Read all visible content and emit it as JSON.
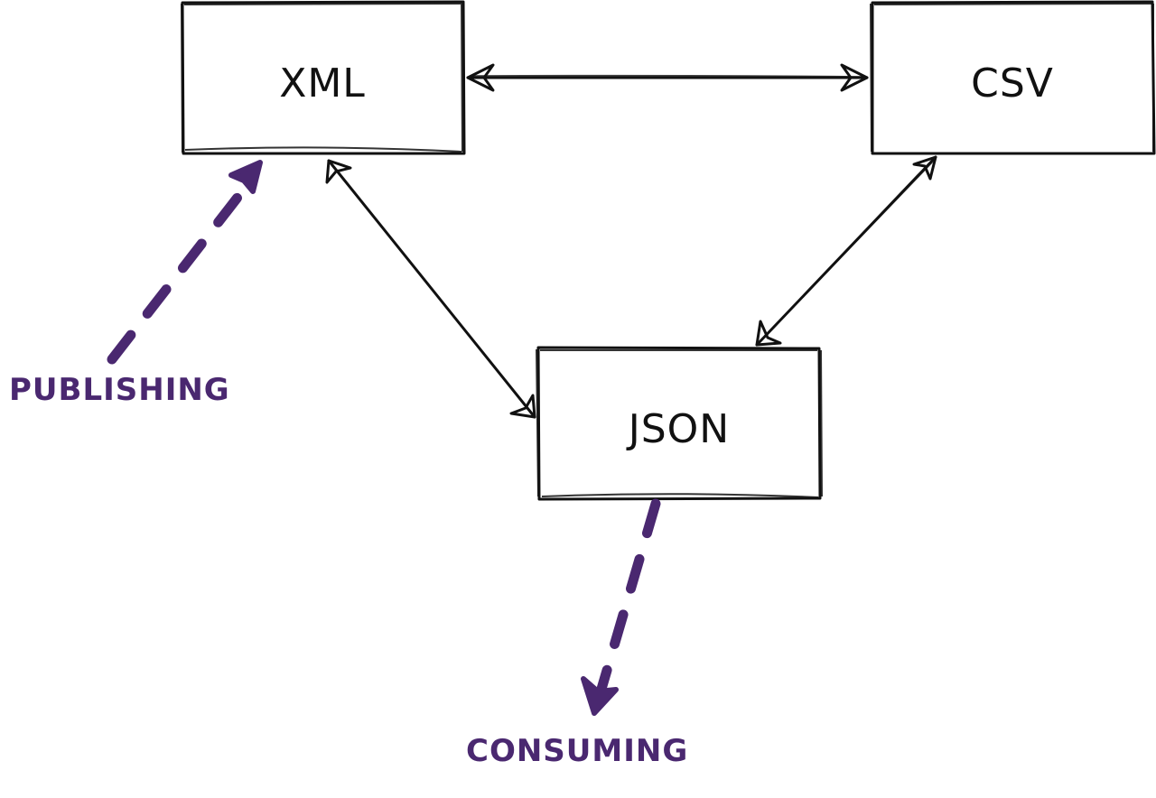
{
  "nodes": {
    "xml": {
      "label": "XML"
    },
    "csv": {
      "label": "CSV"
    },
    "json": {
      "label": "JSON"
    }
  },
  "annotations": {
    "publishing": {
      "label": "PUBLISHING"
    },
    "consuming": {
      "label": "CONSUMING"
    }
  },
  "colors": {
    "stroke": "#111111",
    "accent": "#4a2870",
    "background": "#ffffff"
  }
}
